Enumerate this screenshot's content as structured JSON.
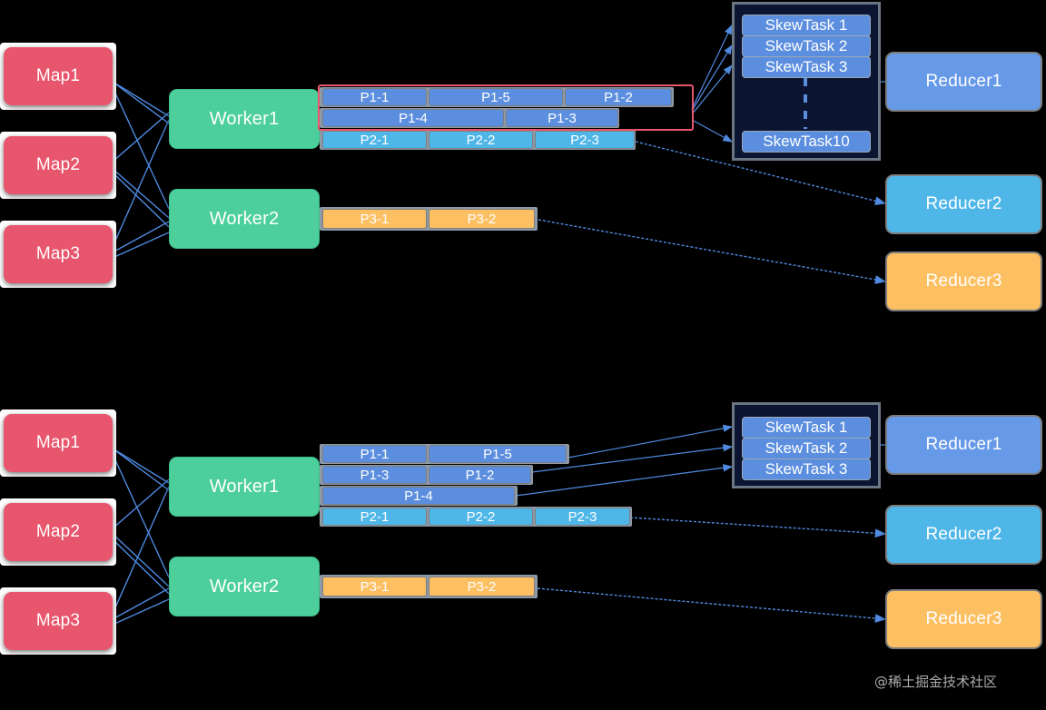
{
  "meta": {
    "watermark": "@稀土掘金技术社区",
    "background": "#000000"
  },
  "palette": {
    "map": "#e8566d",
    "worker": "#4ccf9a",
    "p1": "#5b8ede",
    "p2": "#4fb6e8",
    "p3": "#fcc063",
    "reducer1": "#6699e8",
    "reducer2": "#4fb6e8",
    "reducer3": "#fcc063",
    "skew_box_border": "#6b7684",
    "link": "#4f8ae0",
    "highlight": "#e8566d"
  },
  "diagram_top": {
    "maps": [
      {
        "label": "Map1"
      },
      {
        "label": "Map2"
      },
      {
        "label": "Map3"
      }
    ],
    "workers": [
      {
        "label": "Worker1"
      },
      {
        "label": "Worker2"
      }
    ],
    "worker1_rows": [
      {
        "partition": "P1",
        "tasks": [
          "P1-1",
          "P1-5",
          "P1-2"
        ]
      },
      {
        "partition": "P1",
        "tasks": [
          "P1-4",
          "P1-3"
        ]
      },
      {
        "partition": "P2",
        "tasks": [
          "P2-1",
          "P2-2",
          "P2-3"
        ]
      }
    ],
    "worker2_rows": [
      {
        "partition": "P3",
        "tasks": [
          "P3-1",
          "P3-2"
        ]
      }
    ],
    "skew_tasks": [
      "SkewTask 1",
      "SkewTask 2",
      "SkewTask 3",
      "SkewTask10"
    ],
    "skew_has_ellipsis": true,
    "reducers": [
      {
        "label": "Reducer1"
      },
      {
        "label": "Reducer2"
      },
      {
        "label": "Reducer3"
      }
    ]
  },
  "diagram_bottom": {
    "maps": [
      {
        "label": "Map1"
      },
      {
        "label": "Map2"
      },
      {
        "label": "Map3"
      }
    ],
    "workers": [
      {
        "label": "Worker1"
      },
      {
        "label": "Worker2"
      }
    ],
    "worker1_rows": [
      {
        "partition": "P1",
        "tasks": [
          "P1-1",
          "P1-5"
        ]
      },
      {
        "partition": "P1",
        "tasks": [
          "P1-3",
          "P1-2"
        ]
      },
      {
        "partition": "P1",
        "tasks": [
          "P1-4"
        ]
      },
      {
        "partition": "P2",
        "tasks": [
          "P2-1",
          "P2-2",
          "P2-3"
        ]
      }
    ],
    "worker2_rows": [
      {
        "partition": "P3",
        "tasks": [
          "P3-1",
          "P3-2"
        ]
      }
    ],
    "skew_tasks": [
      "SkewTask 1",
      "SkewTask 2",
      "SkewTask 3"
    ],
    "skew_has_ellipsis": false,
    "reducers": [
      {
        "label": "Reducer1"
      },
      {
        "label": "Reducer2"
      },
      {
        "label": "Reducer3"
      }
    ]
  }
}
